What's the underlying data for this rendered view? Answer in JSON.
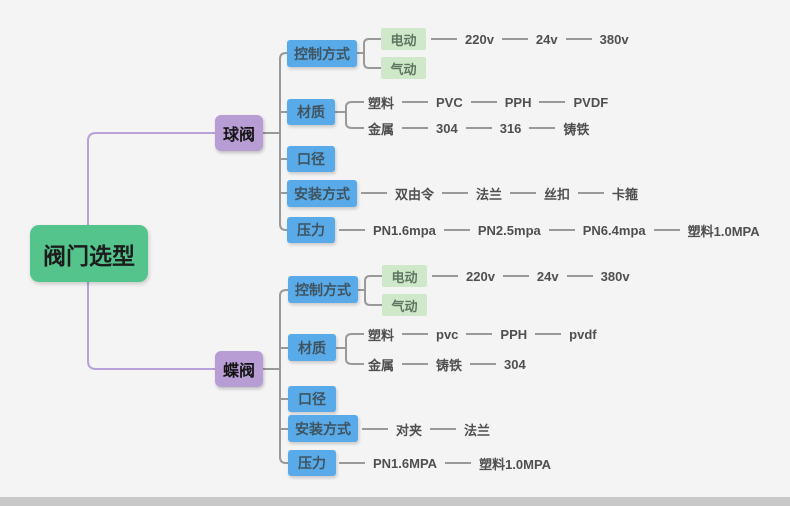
{
  "root": {
    "label": "阀门选型"
  },
  "ball": {
    "label": "球阀",
    "control": {
      "label": "控制方式",
      "electric": "电动",
      "pneumatic": "气动",
      "electric_chain": [
        "220v",
        "24v",
        "380v"
      ]
    },
    "material": {
      "label": "材质",
      "plastic": {
        "label": "塑料",
        "chain": [
          "PVC",
          "PPH",
          "PVDF"
        ]
      },
      "metal": {
        "label": "金属",
        "chain": [
          "304",
          "316",
          "铸铁"
        ]
      }
    },
    "diameter": {
      "label": "口径"
    },
    "install": {
      "label": "安装方式",
      "chain": [
        "双由令",
        "法兰",
        "丝扣",
        "卡箍"
      ]
    },
    "pressure": {
      "label": "压力",
      "chain": [
        "PN1.6mpa",
        "PN2.5mpa",
        "PN6.4mpa",
        "塑料1.0MPA"
      ]
    }
  },
  "butterfly": {
    "label": "蝶阀",
    "control": {
      "label": "控制方式",
      "electric": "电动",
      "pneumatic": "气动",
      "electric_chain": [
        "220v",
        "24v",
        "380v"
      ]
    },
    "material": {
      "label": "材质",
      "plastic": {
        "label": "塑料",
        "chain": [
          "pvc",
          "PPH",
          "pvdf"
        ]
      },
      "metal": {
        "label": "金属",
        "chain": [
          "铸铁",
          "304"
        ]
      }
    },
    "diameter": {
      "label": "口径"
    },
    "install": {
      "label": "安装方式",
      "chain": [
        "对夹",
        "法兰"
      ]
    },
    "pressure": {
      "label": "压力",
      "chain": [
        "PN1.6MPA",
        "塑料1.0MPA"
      ]
    }
  },
  "colors": {
    "canvas_bg": "#f4f4f5",
    "root_green": "#55c48c",
    "branch_purple": "#b79dd3",
    "topic_blue": "#58abe8",
    "leaf_green": "#cfe8ca",
    "gray_line": "#999999",
    "purple_line": "#b6a2d8"
  }
}
